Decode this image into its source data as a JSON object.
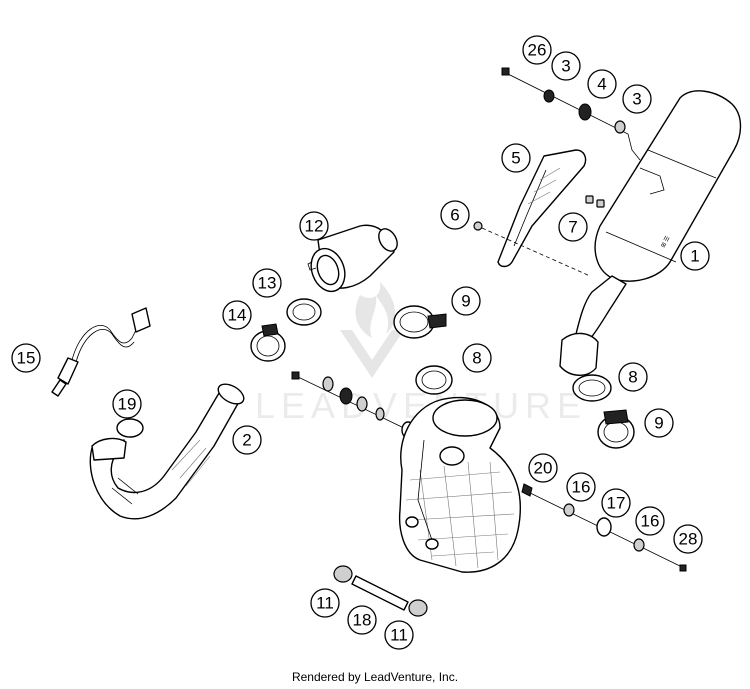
{
  "callouts": [
    "1",
    "2",
    "3",
    "3",
    "4",
    "5",
    "6",
    "7",
    "8",
    "8",
    "9",
    "9",
    "11",
    "11",
    "12",
    "13",
    "14",
    "15",
    "16",
    "16",
    "17",
    "18",
    "19",
    "20",
    "26",
    "28"
  ],
  "watermark_text": "LEADVENTURE",
  "credit": "Rendered by LeadVenture, Inc."
}
